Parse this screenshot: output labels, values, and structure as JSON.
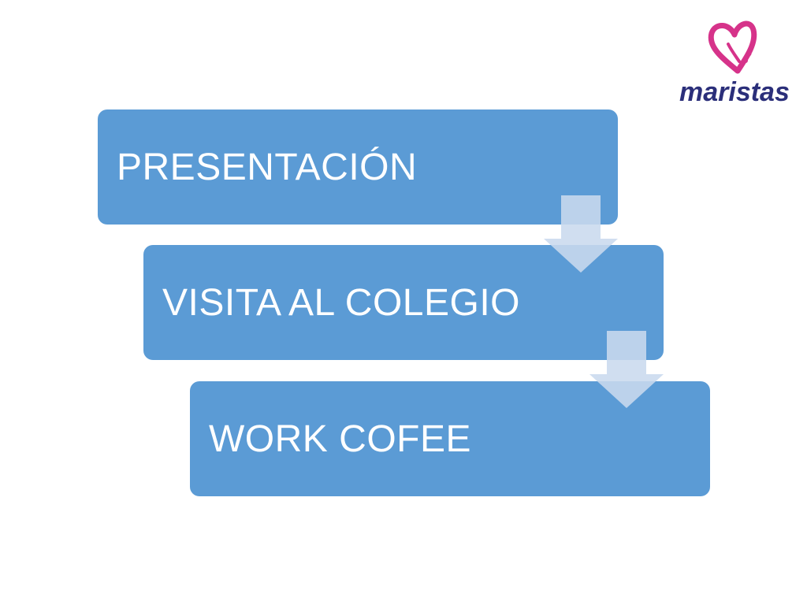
{
  "colors": {
    "box_fill": "#5b9bd5",
    "box_text": "#ffffff",
    "arrow_fill": "#c9d9ee",
    "logo_heart": "#d6338a",
    "logo_text": "#2b2f7a"
  },
  "steps": [
    {
      "label": "PRESENTACIÓN"
    },
    {
      "label": "VISITA AL COLEGIO"
    },
    {
      "label": "WORK COFEE"
    }
  ],
  "logo": {
    "text": "maristas",
    "icon": "heart-figure-icon"
  }
}
